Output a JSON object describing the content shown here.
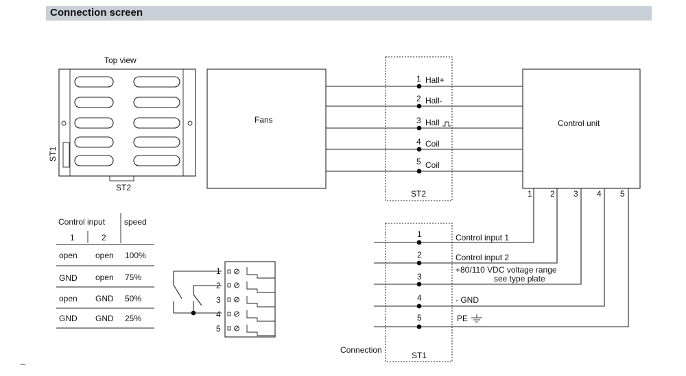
{
  "header": {
    "title": "Connection screen"
  },
  "top_view": {
    "label": "Top view",
    "st1_label": "ST1",
    "st2_label": "ST2"
  },
  "fans_label": "Fans",
  "control_unit_label": "Control unit",
  "st2_block": {
    "label": "ST2",
    "pins": [
      {
        "num": "1",
        "name": "Hall+"
      },
      {
        "num": "2",
        "name": "Hall-"
      },
      {
        "num": "3",
        "name": "Hall"
      },
      {
        "num": "4",
        "name": "Coil"
      },
      {
        "num": "5",
        "name": "Coil"
      }
    ]
  },
  "control_unit_pins": [
    "1",
    "2",
    "3",
    "4",
    "5"
  ],
  "st1_block": {
    "label": "ST1",
    "connection_label": "Connection",
    "pins": [
      {
        "num": "1",
        "desc": "Control input 1"
      },
      {
        "num": "2",
        "desc": "Control input 2"
      },
      {
        "num": "3",
        "desc": "+80/110 VDC voltage range",
        "desc2": "see type plate"
      },
      {
        "num": "4",
        "desc": "- GND"
      },
      {
        "num": "5",
        "desc": "PE"
      }
    ]
  },
  "speed_table": {
    "header_control": "Control input",
    "header_speed": "speed",
    "sub_1": "1",
    "sub_2": "2",
    "rows": [
      {
        "in1": "open",
        "in2": "open",
        "speed": "100%"
      },
      {
        "in1": "GND",
        "in2": "open",
        "speed": "75%"
      },
      {
        "in1": "open",
        "in2": "GND",
        "speed": "50%"
      },
      {
        "in1": "GND",
        "in2": "GND",
        "speed": "25%"
      }
    ]
  },
  "terminal_pins": [
    "1",
    "2",
    "3",
    "4",
    "5"
  ],
  "footnote": "_"
}
